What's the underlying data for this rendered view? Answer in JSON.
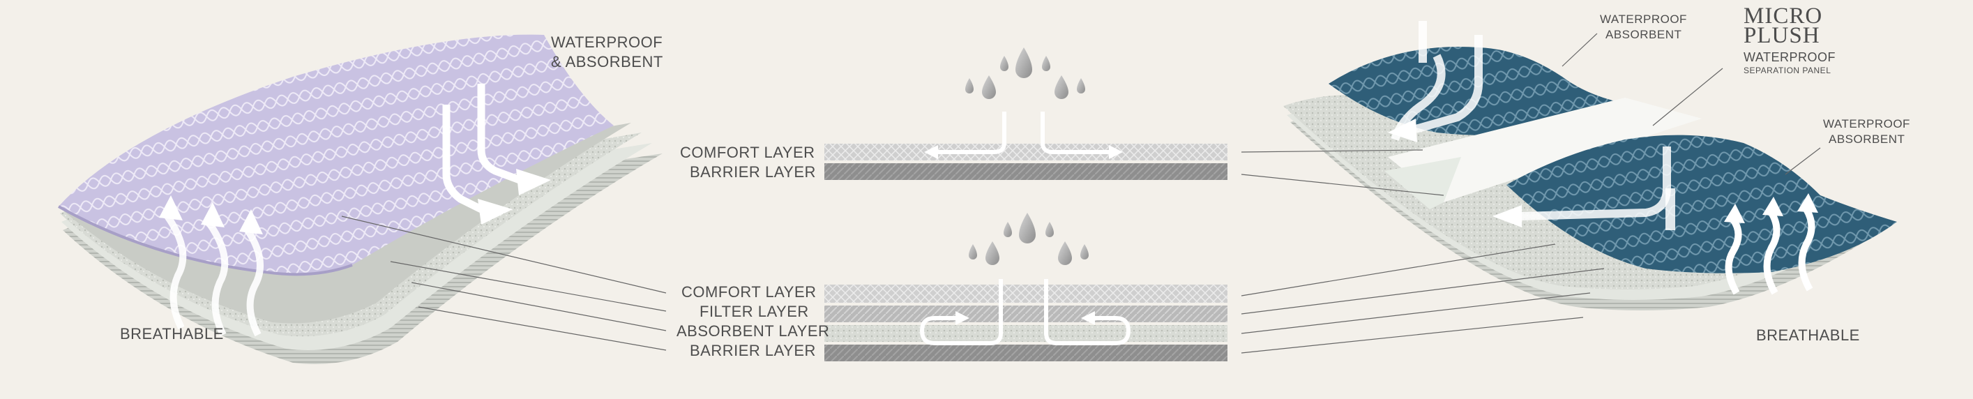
{
  "left_product": {
    "label_top_line1": "WATERPROOF",
    "label_top_line2": "& ABSORBENT",
    "label_bottom": "BREATHABLE",
    "colors": {
      "top_fabric": "#c7c0e0",
      "quilt_line": "#eeeaf7"
    }
  },
  "center": {
    "top_diagram": {
      "layers": [
        "COMFORT LAYER",
        "BARRIER LAYER"
      ]
    },
    "bottom_diagram": {
      "layers": [
        "COMFORT LAYER",
        "FILTER LAYER",
        "ABSORBENT LAYER",
        "BARRIER LAYER"
      ]
    },
    "colors": {
      "drop": "#9a9a9a",
      "layer_light": "#c9c9c9",
      "layer_dark": "#8a8a8a"
    }
  },
  "right_product": {
    "brand_line1": "MICRO",
    "brand_line2": "PLUSH",
    "label_panel_line1": "WATERPROOF",
    "label_panel_line2": "SEPARATION PANEL",
    "label_top_line1": "WATERPROOF",
    "label_top_line2": "ABSORBENT",
    "label_right_line1": "WATERPROOF",
    "label_right_line2": "ABSORBENT",
    "label_bottom": "BREATHABLE",
    "colors": {
      "top_fabric": "#2f5e78",
      "quilt_line": "#6f94aa"
    }
  }
}
